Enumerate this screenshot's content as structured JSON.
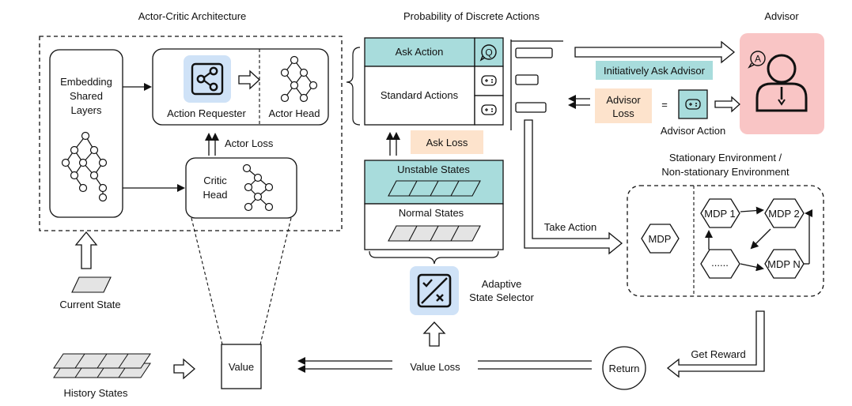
{
  "titles": {
    "actor_critic": "Actor-Critic Architecture",
    "probability": "Probability of Discrete Actions",
    "advisor": "Advisor",
    "environment_line1": "Stationary Environment /",
    "environment_line2": "Non-stationary Environment"
  },
  "actor_critic": {
    "embedding_line1": "Embedding",
    "embedding_line2": "Shared",
    "embedding_line3": "Layers",
    "action_requester": "Action Requester",
    "actor_head": "Actor Head",
    "actor_loss": "Actor Loss",
    "critic_line1": "Critic",
    "critic_line2": "Head"
  },
  "inputs": {
    "current_state": "Current State",
    "history_states": "History States",
    "value": "Value",
    "value_loss": "Value Loss",
    "return": "Return",
    "get_reward": "Get Reward"
  },
  "actions": {
    "ask_action": "Ask Action",
    "standard_actions": "Standard Actions",
    "ask_loss": "Ask Loss",
    "unstable_states": "Unstable States",
    "normal_states": "Normal States",
    "selector_line1": "Adaptive",
    "selector_line2": "State Selector",
    "take_action": "Take Action"
  },
  "advisor": {
    "initiatively_ask": "Initiatively Ask Advisor",
    "loss_line1": "Advisor",
    "loss_line2": "Loss",
    "advisor_action": "Advisor Action",
    "badge_letter": "A"
  },
  "environment": {
    "mdp": "MDP",
    "mdp1": "MDP 1",
    "mdp2": "MDP 2",
    "mdp_ellipsis": "......",
    "mdpn": "MDP N"
  },
  "icons": {
    "question_glyph": "Q"
  },
  "colors": {
    "teal": "#a8dcdc",
    "peach": "#fde3cc",
    "light_blue": "#cfe2f7",
    "advisor_pink": "#f9c5c5",
    "state_gray": "#e4e4e4"
  }
}
